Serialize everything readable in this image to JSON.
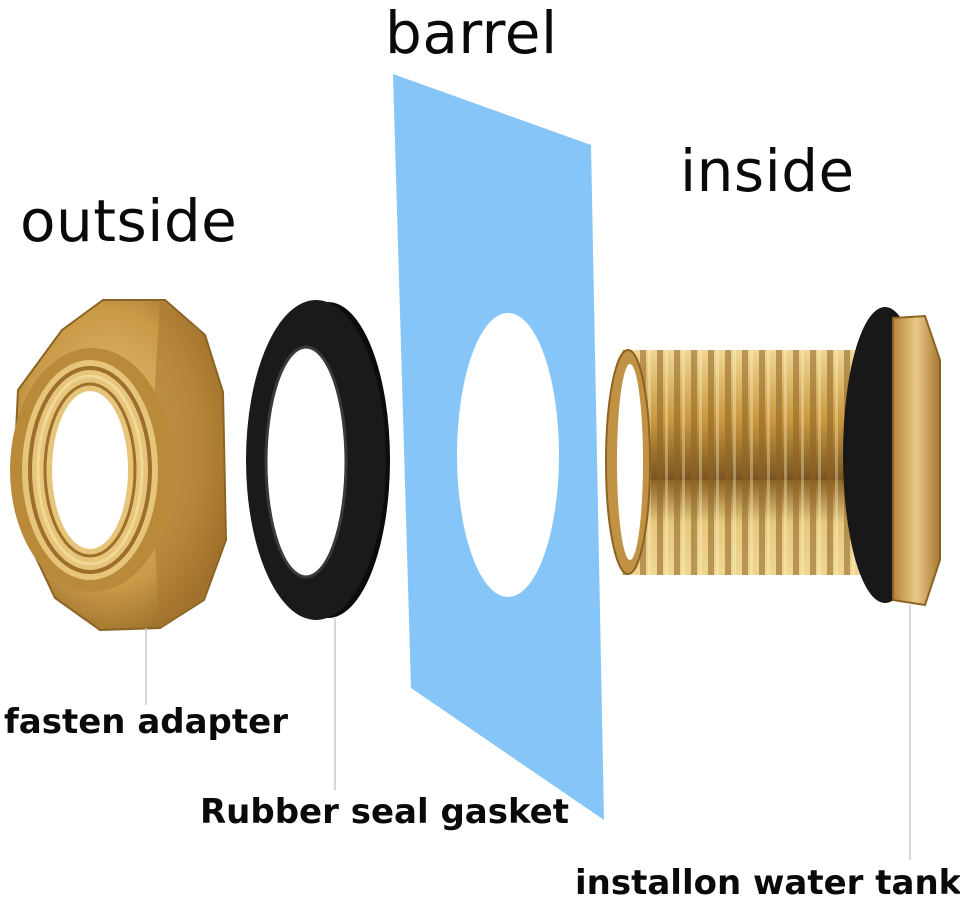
{
  "labels": {
    "barrel": "barrel",
    "outside": "outside",
    "inside": "inside",
    "fasten_adapter": "fasten adapter",
    "rubber_seal_gasket": "Rubber seal gasket",
    "install_water_tank": "installon water tank"
  },
  "colors": {
    "barrel_panel": "#86c5f7",
    "brass_light": "#e2bd6b",
    "brass_mid": "#c9983f",
    "brass_dark": "#8c6324",
    "gasket": "#151515",
    "leader_line": "#c8c8c8"
  }
}
